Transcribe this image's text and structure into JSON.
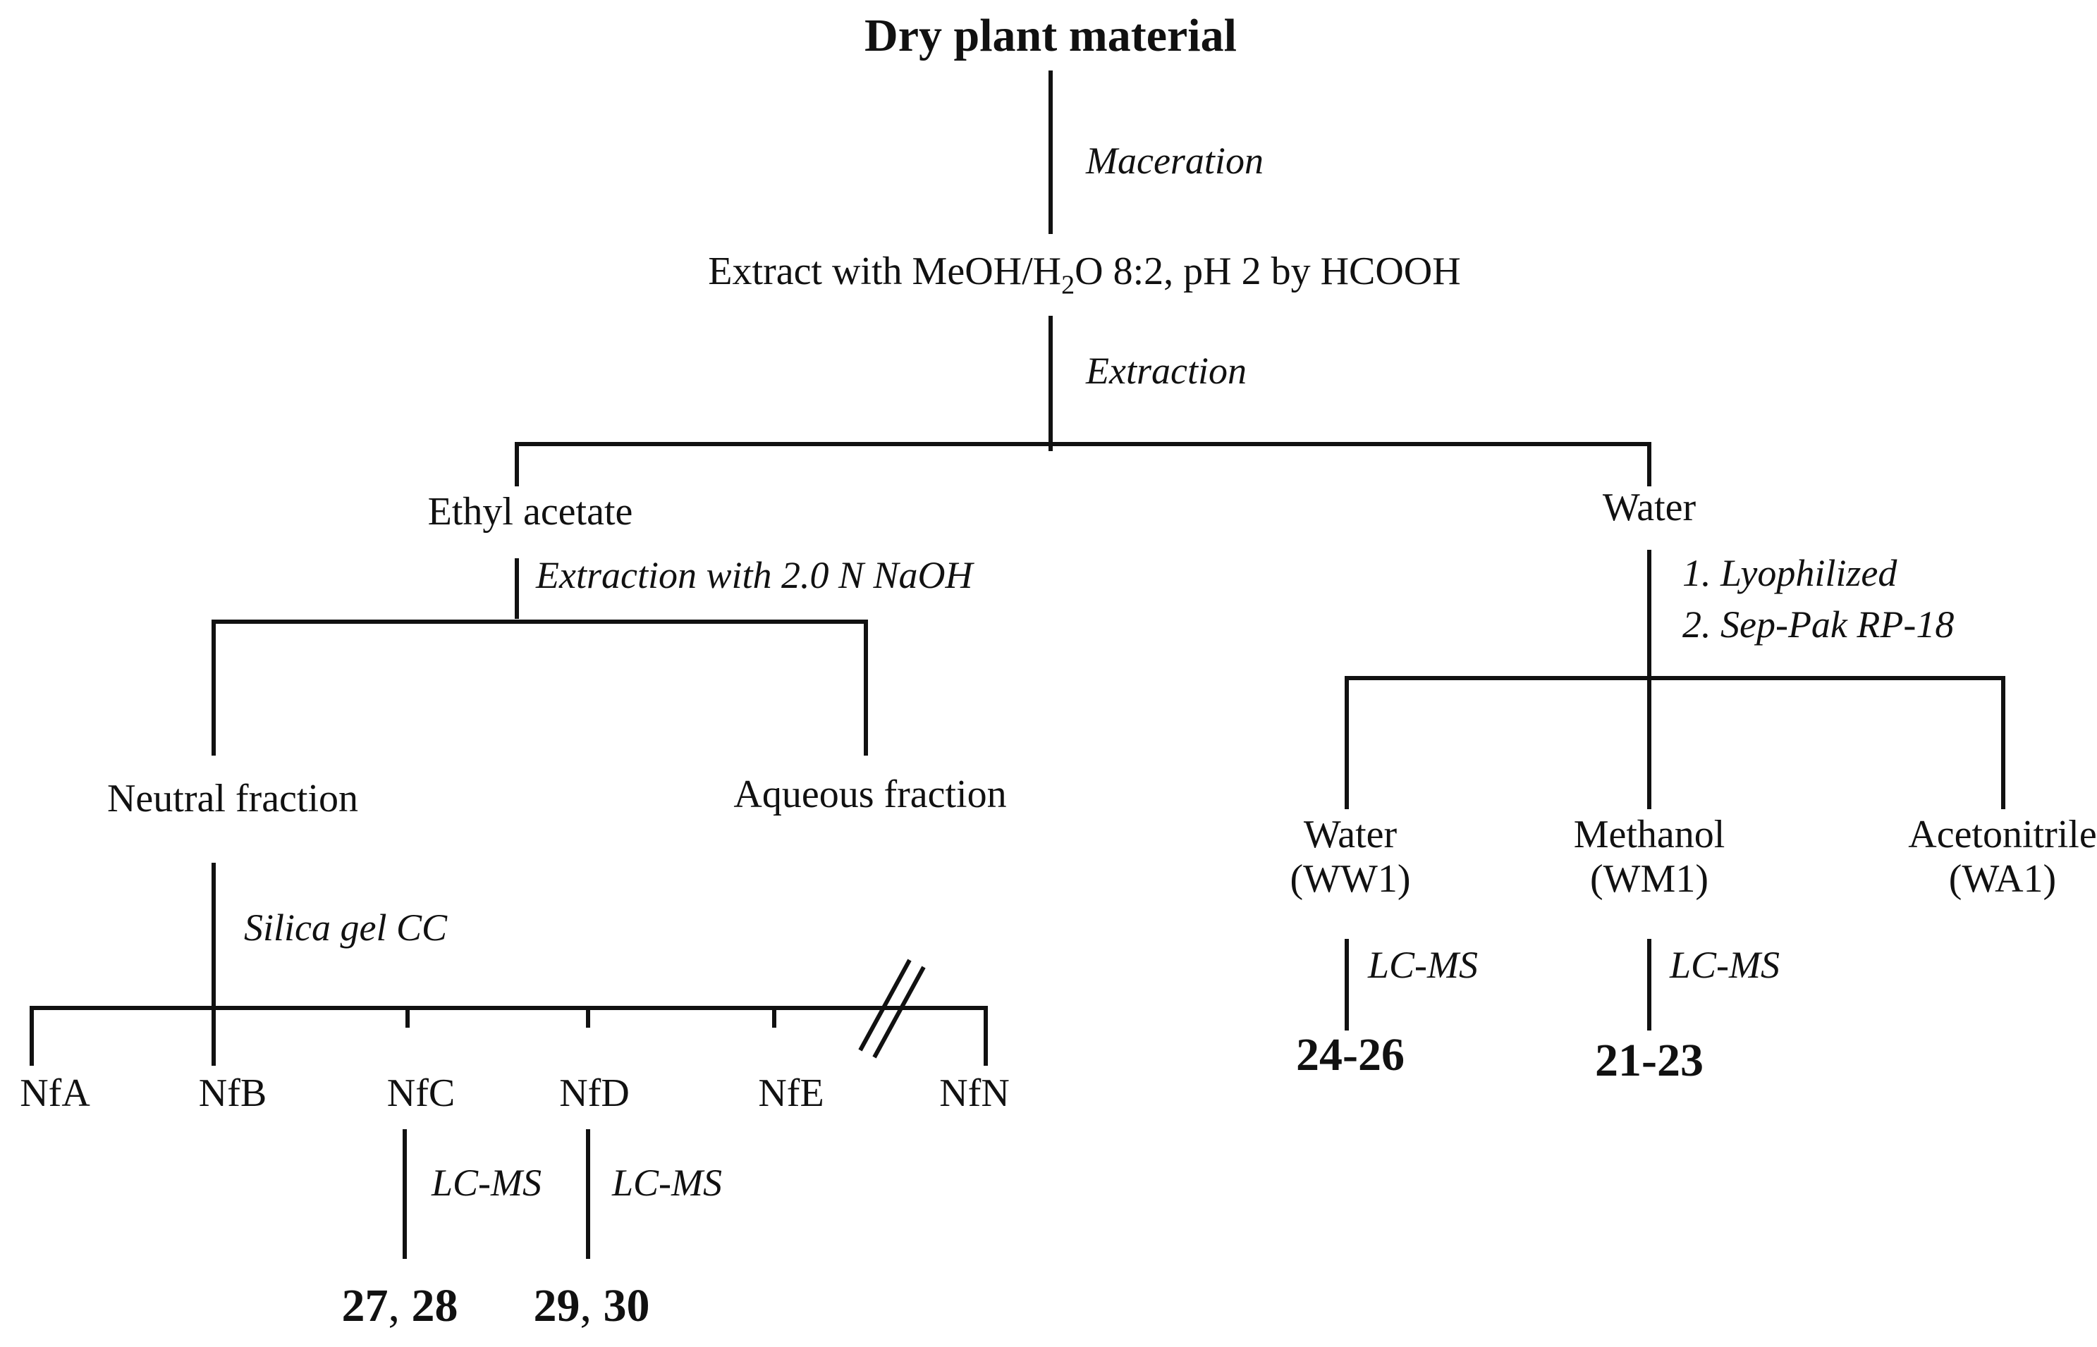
{
  "nodes": {
    "root": "Dry plant material",
    "extract_pre": "Extract with MeOH/H",
    "extract_sub": "2",
    "extract_post": "O 8:2, pH 2 by HCOOH",
    "ethyl": "Ethyl acetate",
    "water": "Water",
    "neutral": "Neutral fraction",
    "aqueous": "Aqueous fraction",
    "ww_name": "Water",
    "ww_code": "(WW1)",
    "wm_name": "Methanol",
    "wm_code": "(WM1)",
    "wa_name": "Acetonitrile",
    "wa_code": "(WA1)",
    "nfa": "NfA",
    "nfb": "NfB",
    "nfc": "NfC",
    "nfd": "NfD",
    "nfe": "NfE",
    "nfn": "NfN"
  },
  "steps": {
    "maceration": "Maceration",
    "extraction": "Extraction",
    "naoh": "Extraction with 2.0 N NaOH",
    "lyophilized": "1. Lyophilized",
    "sep_pak": "2. Sep-Pak RP-18",
    "silica": "Silica gel CC",
    "lcms_ww": "LC-MS",
    "lcms_wm": "LC-MS",
    "lcms_nfc": "LC-MS",
    "lcms_nfd": "LC-MS"
  },
  "compounds": {
    "ww": "24-26",
    "wm": "21-23",
    "nfc_a": "27",
    "nfc_sep": ", ",
    "nfc_b": "28",
    "nfd_a": "29",
    "nfd_sep": ", ",
    "nfd_b": "30"
  }
}
